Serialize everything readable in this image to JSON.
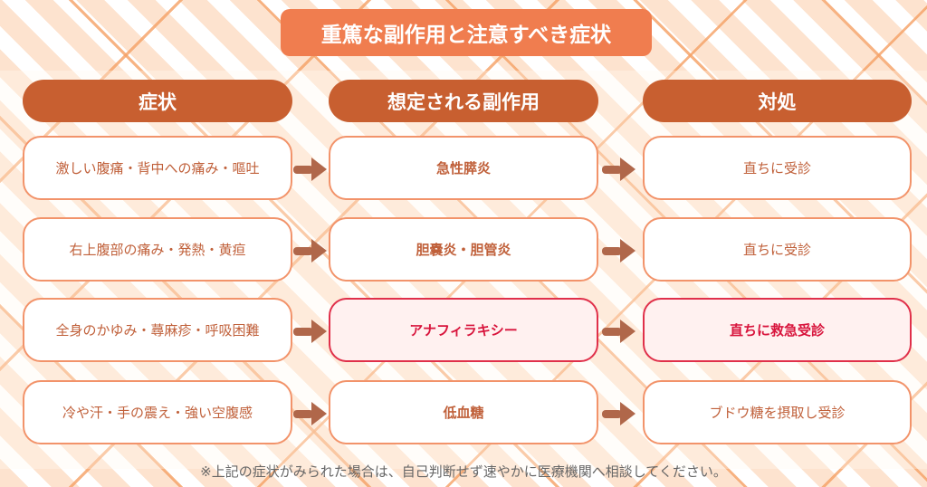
{
  "title": "重篤な副作用と注意すべき症状",
  "headers": [
    "症状",
    "想定される副作用",
    "対処"
  ],
  "rows": [
    {
      "symptom": "激しい腹痛・背中への痛み・嘔吐",
      "side_effect": "急性膵炎",
      "action": "直ちに受診",
      "alert": false
    },
    {
      "symptom": "右上腹部の痛み・発熱・黄疸",
      "side_effect": "胆嚢炎・胆管炎",
      "action": "直ちに受診",
      "alert": false
    },
    {
      "symptom": "全身のかゆみ・蕁麻疹・呼吸困難",
      "side_effect": "アナフィラキシー",
      "action": "直ちに救急受診",
      "alert": true
    },
    {
      "symptom": "冷や汗・手の震え・強い空腹感",
      "side_effect": "低血糖",
      "action": "ブドウ糖を摂取し受診",
      "alert": false
    }
  ],
  "footnote": "※上記の症状がみられた場合は、自己判断せず速やかに医療機関へ相談してください。",
  "colors": {
    "title": "#f07d4f",
    "header": "#c85f30",
    "border": "#f2936a",
    "alert": "#d8143c",
    "arrow": "#b0674a"
  }
}
